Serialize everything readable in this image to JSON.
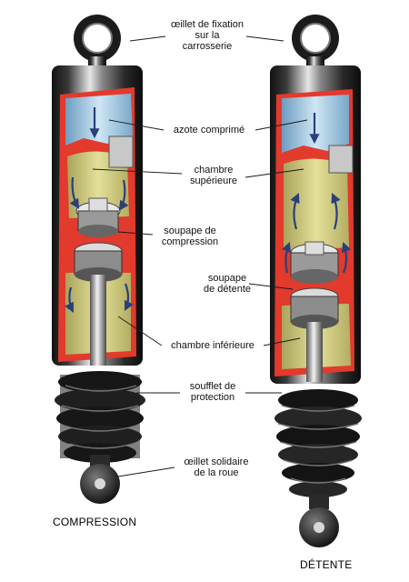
{
  "labels": {
    "eye_top": [
      "œillet de fixation",
      "sur la",
      "carrosserie"
    ],
    "nitrogen": "azote comprimé",
    "upper_chamber": [
      "chambre",
      "supérieure"
    ],
    "compression_valve": [
      "soupape de",
      "compression"
    ],
    "rebound_valve": [
      "soupape",
      "de détente"
    ],
    "lower_chamber": "chambre inférieure",
    "bellows": [
      "soufflet de",
      "protection"
    ],
    "eye_bottom": [
      "œillet solidaire",
      "de la roue"
    ]
  },
  "captions": {
    "left": "COMPRESSION",
    "right": "DÉTENTE"
  },
  "colors": {
    "metal_dark": "#1c1c1c",
    "metal_mid": "#6e6e6e",
    "metal_light": "#d9d9d9",
    "nitrogen": "#a9cde6",
    "cut_wall": "#e23a2c",
    "oil": "#d7d28a",
    "flow_arrow": "#2b3f7a"
  }
}
